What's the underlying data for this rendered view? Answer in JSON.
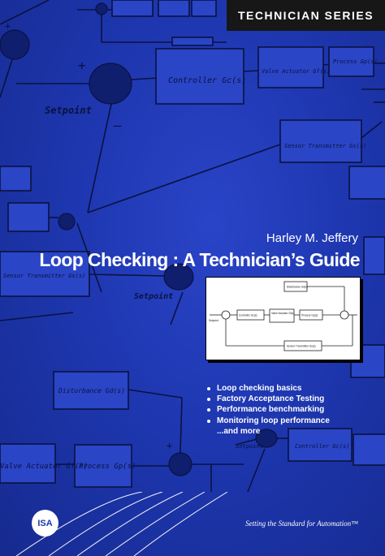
{
  "series": "TECHNICIAN SERIES",
  "author": "Harley M. Jeffery",
  "title": "Loop Checking : A Technician’s Guide",
  "bullets": [
    {
      "text": "Loop checking basics",
      "bulleted": true
    },
    {
      "text": "Factory Acceptance Testing",
      "bulleted": true
    },
    {
      "text": "Performance benchmarking",
      "bulleted": true
    },
    {
      "text": "Monitoring loop performance",
      "bulleted": true
    },
    {
      "text": "...and more",
      "bulleted": false
    }
  ],
  "tagline": "Setting the Standard for Automation™",
  "logo_text": "ISA",
  "colors": {
    "background": "#1e37b0",
    "series_bar": "#171717",
    "text": "#ffffff",
    "diagram_box": "#ffffff"
  },
  "background_diagram": {
    "setpoint_label": "Setpoint",
    "controller": "Controller Gc(s)",
    "valve": "Valve Actuator Gf(s)",
    "process": "Process Gp(s)",
    "sensor": "Sensor Transmitter Gs(s)",
    "disturbance": "Disturbance Gd(s)",
    "plus_sign": "+",
    "minus_sign": "–"
  },
  "inset_diagram": {
    "setpoint": "Setpoint",
    "disturbance": "Disturbance Gd(s)",
    "controller": "Controller Gc(s)",
    "valve": "Valve Actuator Gf(s)",
    "process": "Process Gp(s)",
    "sensor": "Sensor Transmitter Gs(s)"
  }
}
